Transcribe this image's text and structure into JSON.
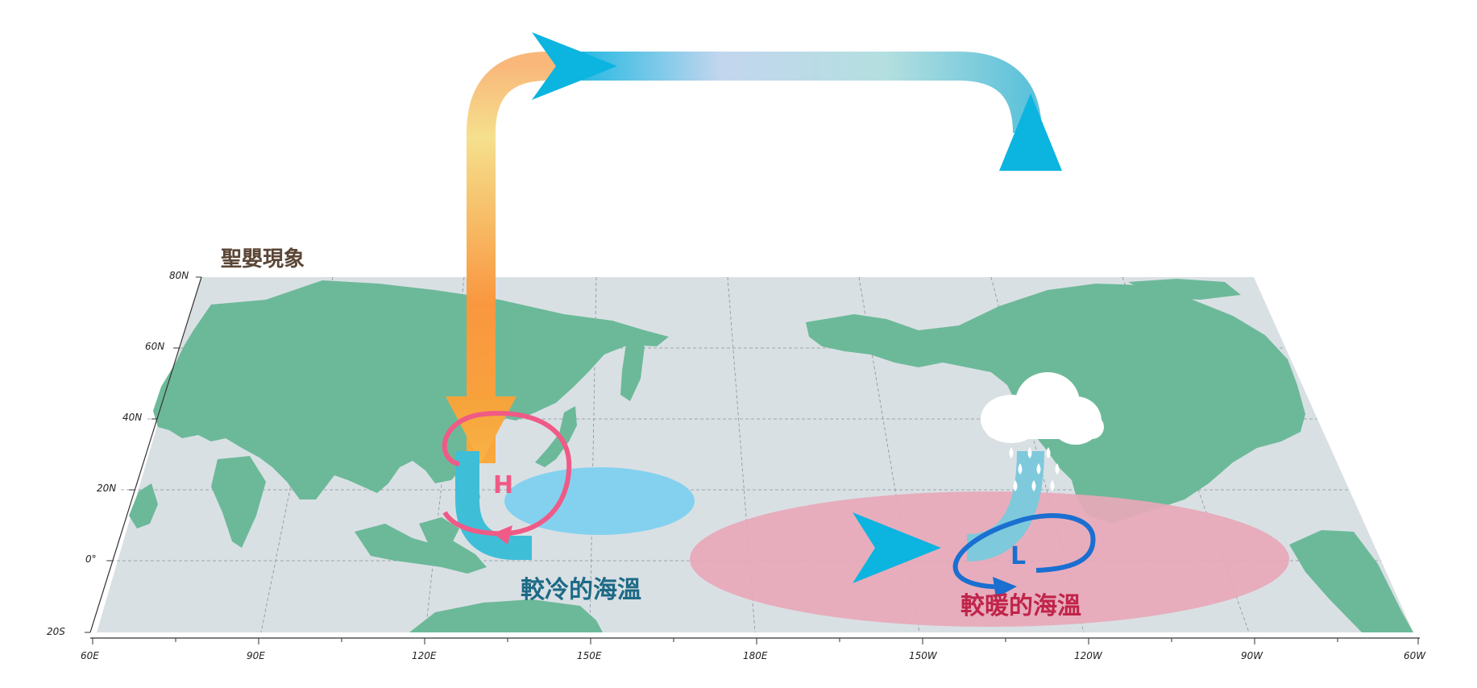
{
  "title": "聖嬰現象",
  "lat_labels": [
    "80N",
    "60N",
    "40N",
    "20N",
    "0°",
    "20S"
  ],
  "lon_labels": [
    "60E",
    "90E",
    "120E",
    "150E",
    "180E",
    "150W",
    "120W",
    "90W",
    "60W"
  ],
  "high_label": "H",
  "low_label": "L",
  "cold_label": "較冷的海溫",
  "warm_label": "較暖的海溫",
  "colors": {
    "land": "#6cb999",
    "ocean": "#d9e0e4",
    "cold_pool": "#7fd0ef",
    "warm_pool": "#e8a8b8",
    "high": "#f05a86",
    "low": "#1a6fd0",
    "arrow_warm": "#f7a23d",
    "arrow_cool": "#0db4df"
  },
  "icons": [
    "rain-cloud-icon",
    "high-pressure-icon",
    "low-pressure-icon"
  ]
}
